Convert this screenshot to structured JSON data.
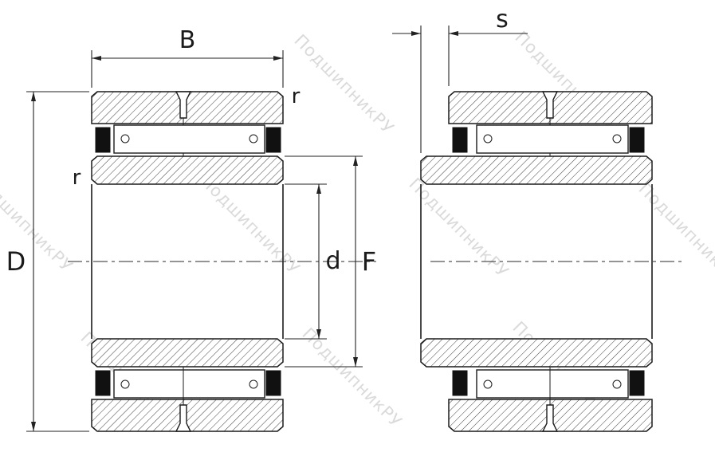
{
  "drawing": {
    "title": "needle-roller-bearing-cross-section",
    "watermark_text": "ПодшипникРУ",
    "labels": {
      "B": "B",
      "D": "D",
      "d": "d",
      "F": "F",
      "s": "s",
      "r_outer": "r",
      "r_inner": "r"
    },
    "colors": {
      "line": "#1b1b1b",
      "dimension": "#222222",
      "watermark": "#bdbdbd",
      "background": "#ffffff"
    }
  }
}
